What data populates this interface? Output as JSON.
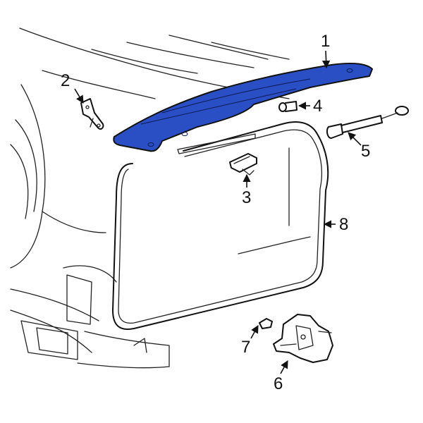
{
  "diagram": {
    "highlight_color": "#2a4fc4",
    "line_color": "#111111",
    "background": "#ffffff",
    "callouts": [
      {
        "id": "1",
        "label": "1"
      },
      {
        "id": "2",
        "label": "2"
      },
      {
        "id": "3",
        "label": "3"
      },
      {
        "id": "4",
        "label": "4"
      },
      {
        "id": "5",
        "label": "5"
      },
      {
        "id": "6",
        "label": "6"
      },
      {
        "id": "7",
        "label": "7"
      },
      {
        "id": "8",
        "label": "8"
      }
    ]
  }
}
